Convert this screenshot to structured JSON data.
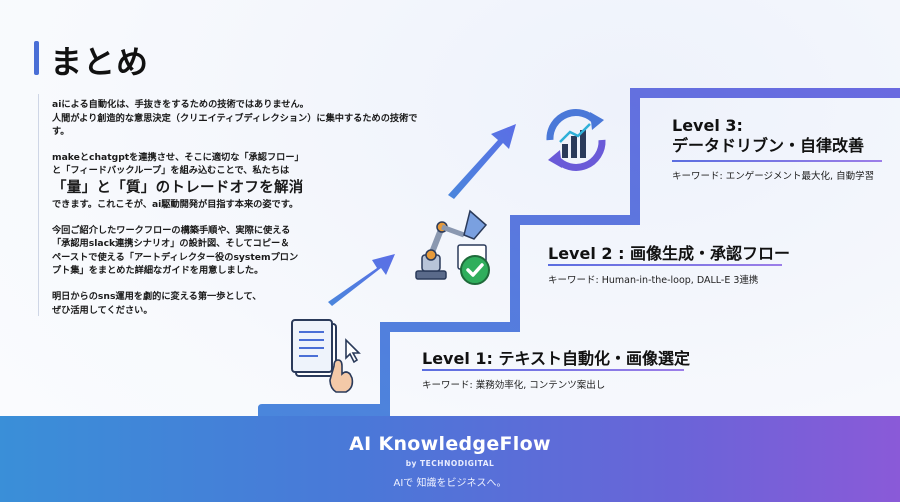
{
  "title": "まとめ",
  "intro": {
    "line1": "aiによる自動化は、手抜きをするための技術ではありません。",
    "line2": "人間がより創造的な意思決定（クリエイティブディレクション）に集中するための技術です。"
  },
  "para2": {
    "line1": "makeとchatgptを連携させ、そこに適切な「承認フロー」",
    "line2": "と「フィードバックループ」を組み込むことで、私たちは",
    "big": "「量」と「質」のトレードオフを解消",
    "line3": "できます。これこそが、ai駆動開発が目指す本来の姿です。"
  },
  "para3": {
    "line1": "今回ご紹介したワークフローの構築手順や、実際に使える",
    "line2": "「承認用slack連携シナリオ」の設計図、そしてコピー＆",
    "line3": "ペーストで使える「アートディレクター役のsystemプロン",
    "line4": "プト集」をまとめた詳細なガイドを用意しました。"
  },
  "para4": {
    "line1": "明日からのsns運用を劇的に変える第一歩として、",
    "line2": "ぜひ活用してください。"
  },
  "levels": [
    {
      "title": "Level 1: テキスト自動化・画像選定",
      "keywords": "キーワード: 業務効率化, コンテンツ案出し"
    },
    {
      "title": "Level 2 : 画像生成・承認フロー",
      "keywords": "キーワード: Human-in-the-loop, DALL-E 3連携"
    },
    {
      "title_line1": "Level 3:",
      "title_line2": "データドリブン・自律改善",
      "keywords": "キーワード: エンゲージメント最大化, 自動学習"
    }
  ],
  "footer": {
    "brand": "AI KnowledgeFlow",
    "sub": "by TECHNODIGITAL",
    "tagline": "AIで 知識をビジネスへ。"
  },
  "colors": {
    "accent": "#4a6fd6",
    "stair": "#4f6fe0",
    "footer_start": "#3a8fd8",
    "footer_end": "#8a5ad8"
  },
  "icons": [
    "document-click-icon",
    "robot-arm-icon",
    "check-icon",
    "growth-cycle-icon",
    "arrow-up-right-icon"
  ]
}
